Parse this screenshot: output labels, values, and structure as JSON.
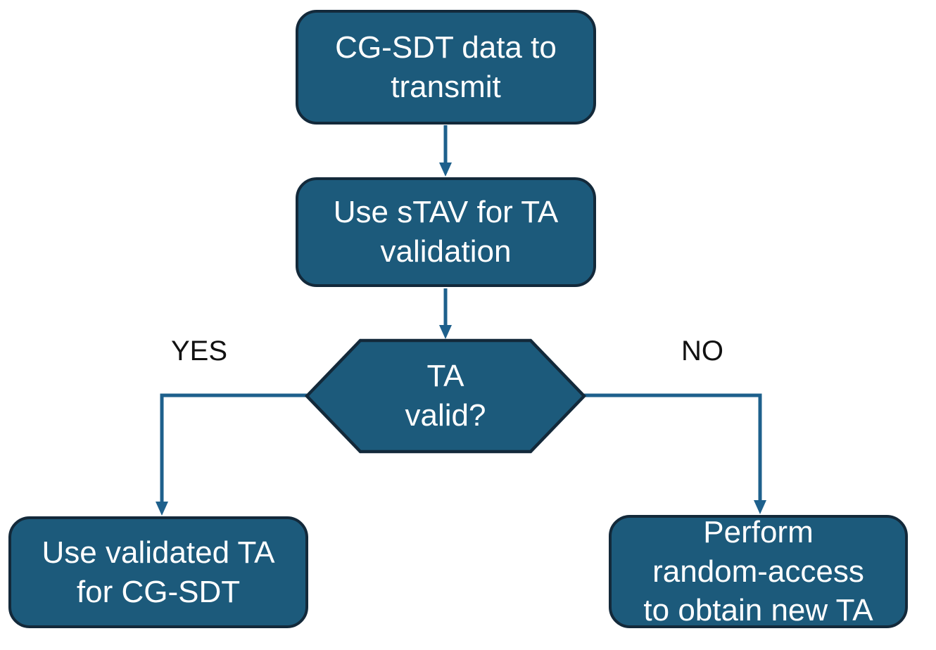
{
  "nodes": {
    "start": {
      "label": "CG-SDT data to\ntransmit"
    },
    "validate": {
      "label": "Use sTAV for TA\nvalidation"
    },
    "decision": {
      "label": "TA\nvalid?"
    },
    "yes_outcome": {
      "label": "Use validated TA\nfor CG-SDT"
    },
    "no_outcome": {
      "label": "Perform\nrandom-access\nto obtain new TA"
    }
  },
  "edge_labels": {
    "yes": "YES",
    "no": "NO"
  },
  "colors": {
    "background": "#ffffff",
    "node_fill": "#1c5a7b",
    "node_border": "#13293a",
    "connector": "#1e608c",
    "node_text": "#ffffff",
    "edge_label_text": "#111111"
  }
}
